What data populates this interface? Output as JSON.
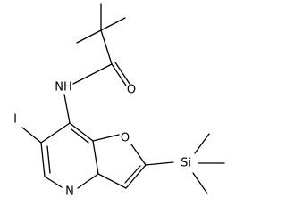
{
  "molecule": {
    "atoms": {
      "iodine": "I",
      "amide_nh": "NH",
      "carbonyl_o": "O",
      "furan_o": "O",
      "pyridine_n": "N",
      "silicon": "Si"
    }
  }
}
